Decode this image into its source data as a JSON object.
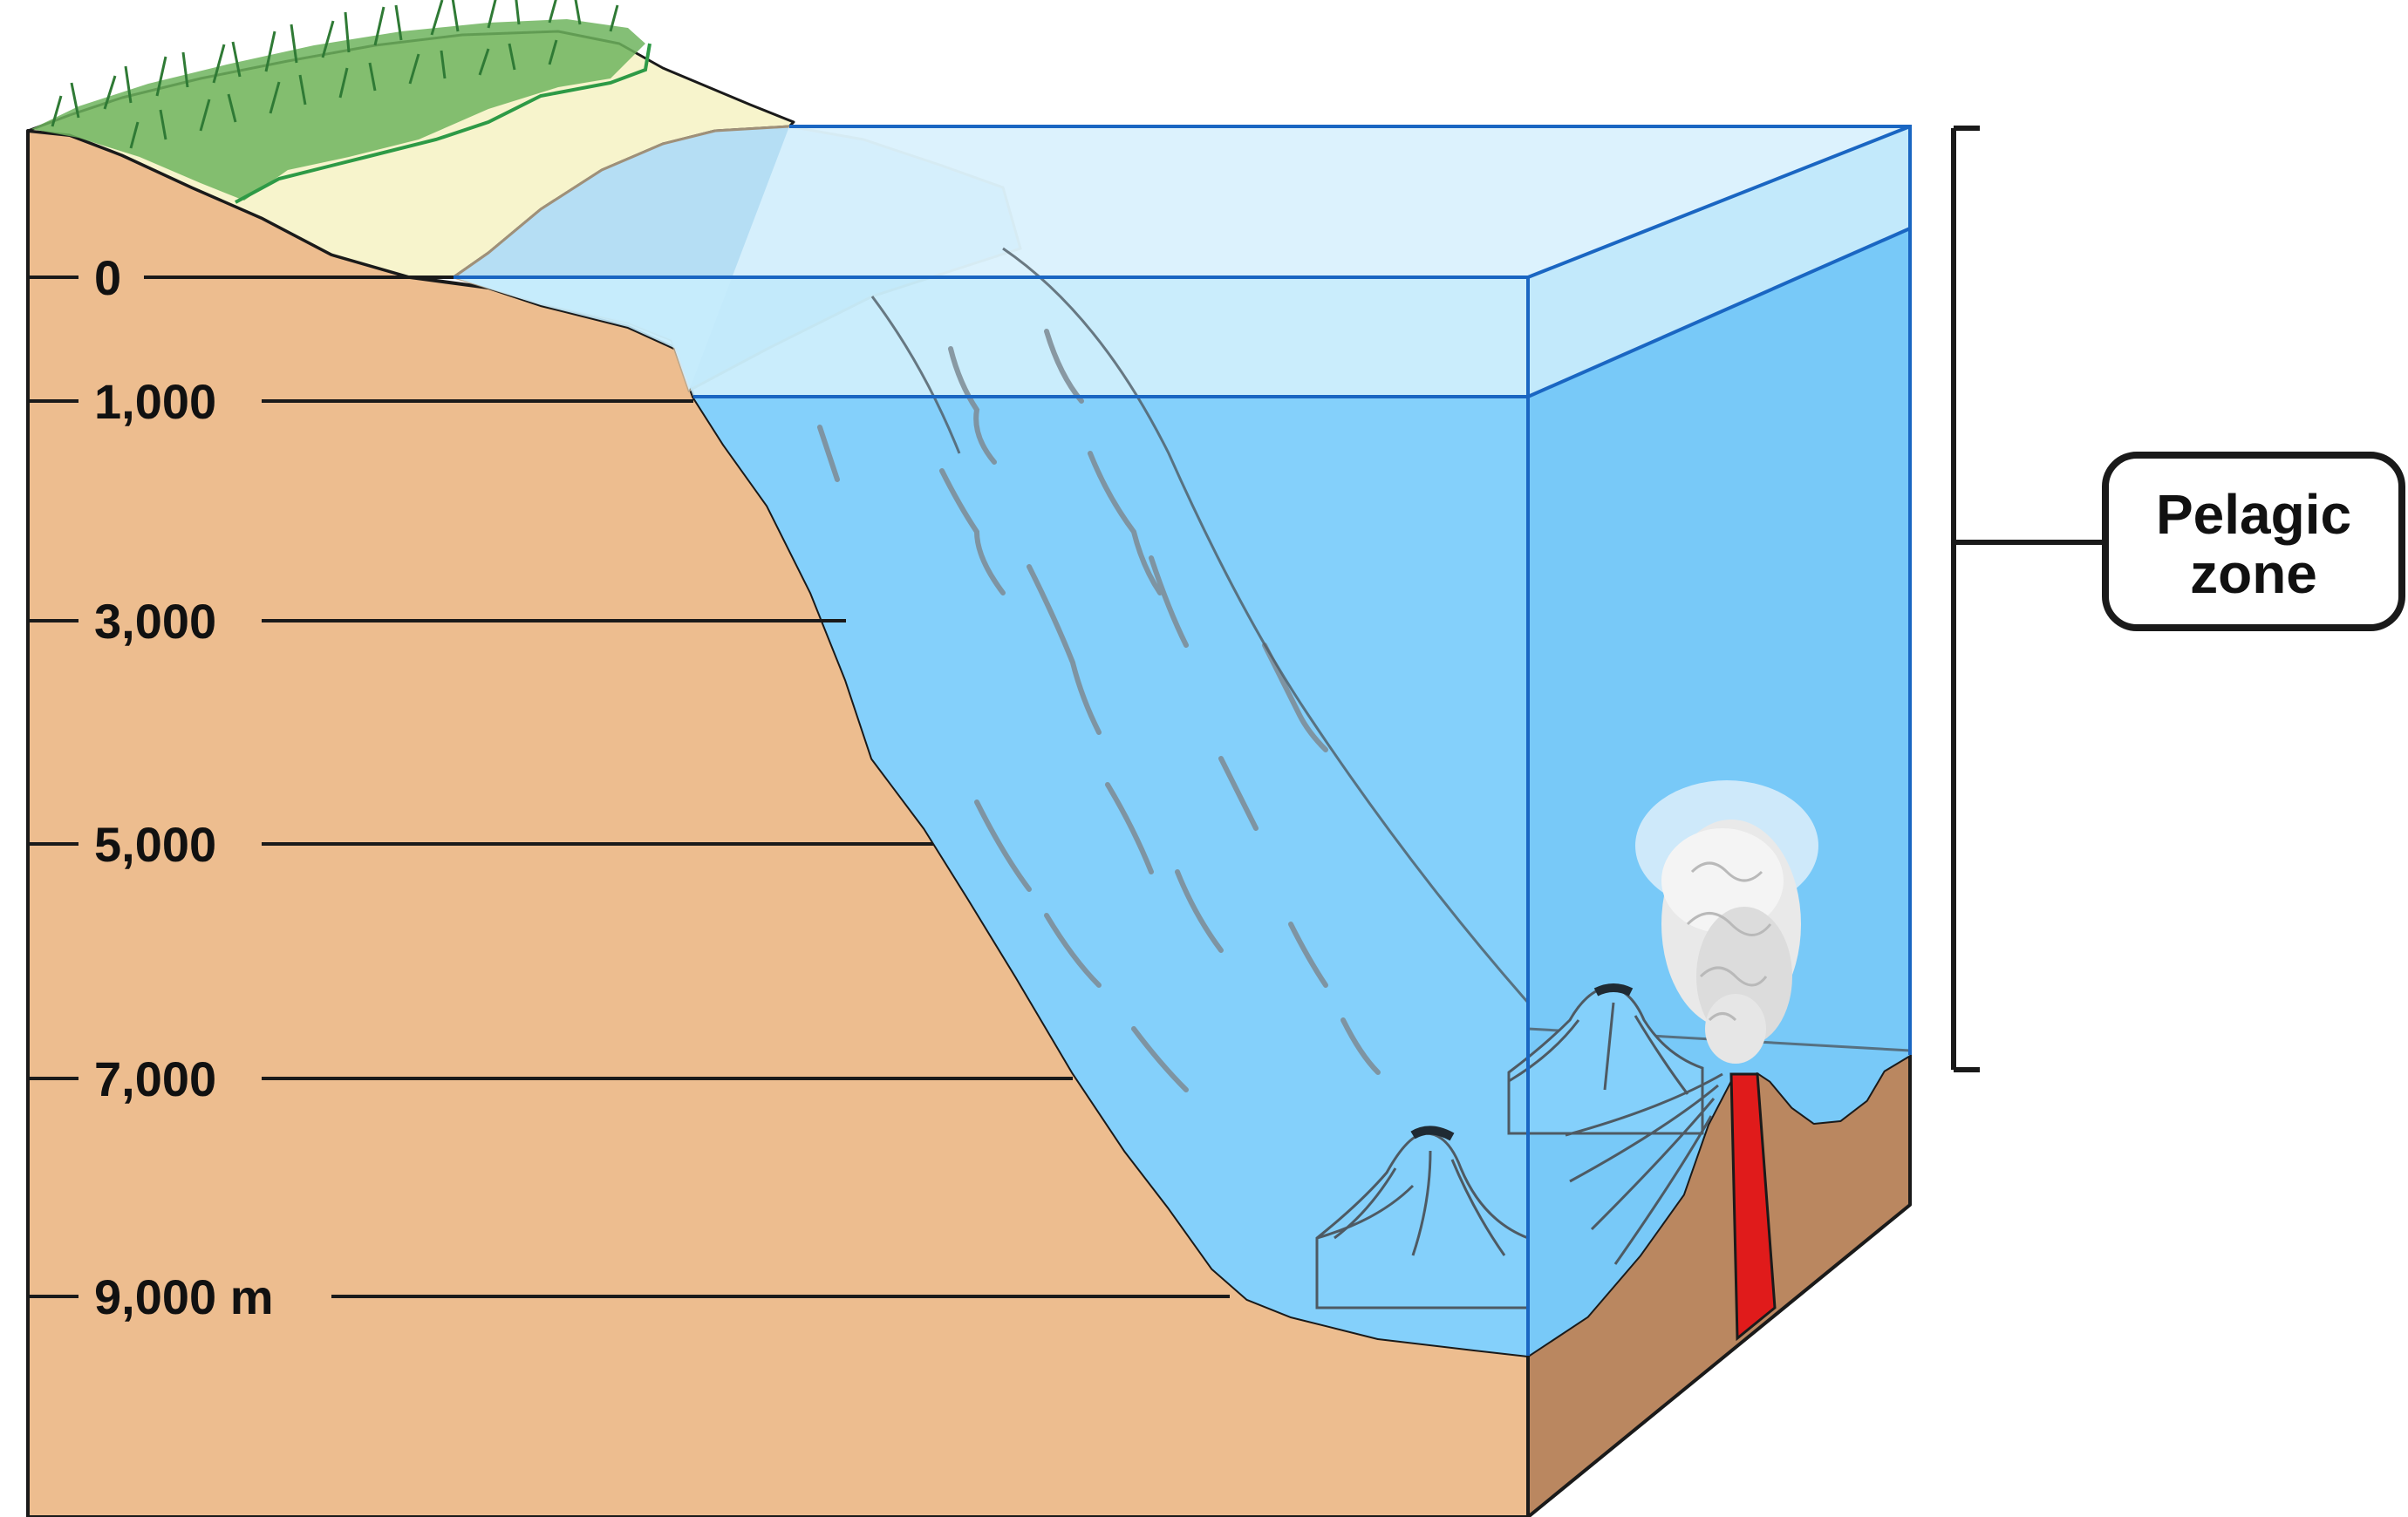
{
  "depth_scale": {
    "ticks": [
      {
        "label": "0",
        "value": 0
      },
      {
        "label": "1,000",
        "value": 1000
      },
      {
        "label": "3,000",
        "value": 3000
      },
      {
        "label": "5,000",
        "value": 5000
      },
      {
        "label": "7,000",
        "value": 7000
      },
      {
        "label": "9,000 m",
        "value": 9000
      }
    ]
  },
  "zone_bracket": {
    "label_line1": "Pelagic",
    "label_line2": "zone"
  },
  "colors": {
    "sediment": "#edbd8f",
    "sediment_side": "#ba8760",
    "water_deep": "#84d0fb",
    "water_surface": "#d8f1fd",
    "water_edge": "#1a66c2",
    "land": "#f7f4cc",
    "grass": "#4a9a45",
    "magma": "#e01b1b",
    "plume": "#e9e9e9"
  }
}
